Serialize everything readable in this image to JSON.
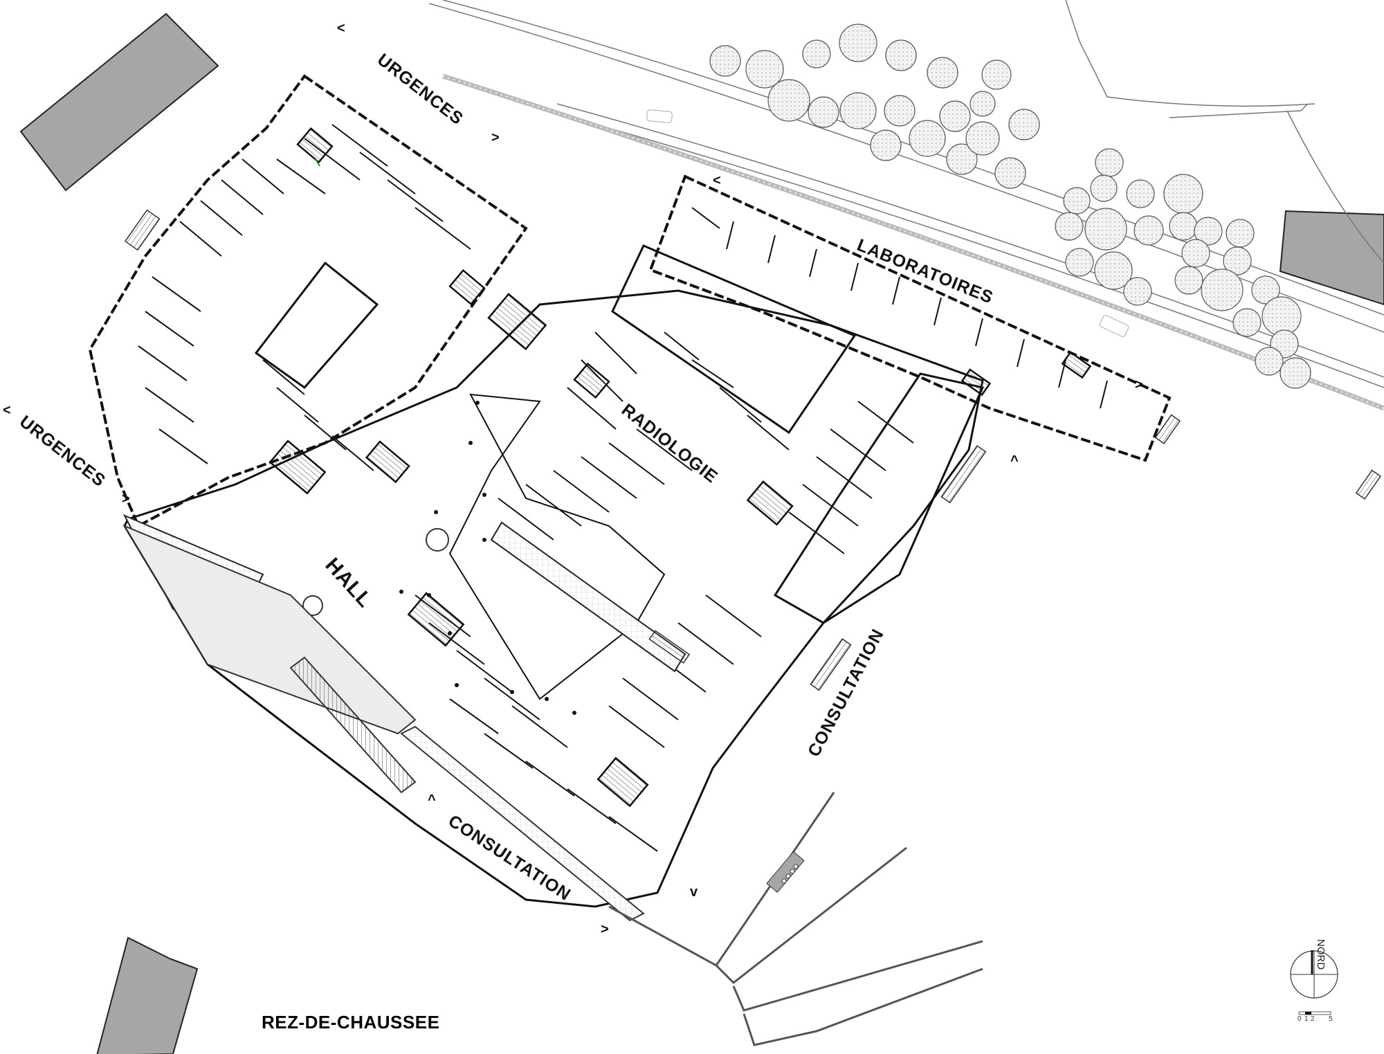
{
  "plan": {
    "title": "REZ-DE-CHAUSSEE",
    "zones": [
      {
        "id": "urgences-north",
        "label": "URGENCES"
      },
      {
        "id": "urgences-west",
        "label": "URGENCES"
      },
      {
        "id": "laboratoires",
        "label": "LABORATOIRES"
      },
      {
        "id": "radiologie",
        "label": "RADIOLOGIE"
      },
      {
        "id": "hall",
        "label": "HALL"
      },
      {
        "id": "consultation-east",
        "label": "CONSULTATION"
      },
      {
        "id": "consultation-south",
        "label": "CONSULTATION"
      }
    ],
    "entrance_markers": [
      "<",
      ">",
      "<",
      ">",
      "<",
      ">",
      "^",
      "^",
      "v",
      ">"
    ],
    "north_arrow": {
      "label": "NORD"
    },
    "scale_bar": {
      "ticks": [
        "0",
        "1",
        "2",
        "5"
      ]
    },
    "colors": {
      "wall": "#111111",
      "neighbour_building": "#a6a6a6",
      "tree_fill": "#e6e6e6",
      "tree_stroke": "#555555",
      "site_line": "#777777"
    }
  }
}
